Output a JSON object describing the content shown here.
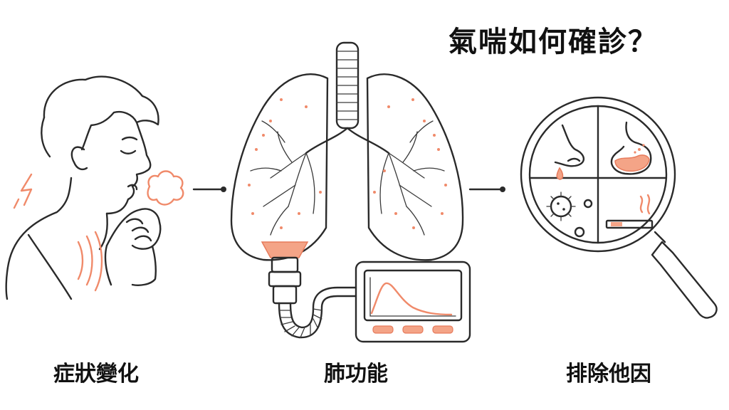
{
  "title": "氣喘如何確診？",
  "steps": [
    {
      "label": "症狀變化"
    },
    {
      "label": "肺功能"
    },
    {
      "label": "排除他因"
    }
  ],
  "colors": {
    "accent": "#f08a6a",
    "ink": "#2a2a2a"
  },
  "icons": [
    "coughing-person-icon",
    "lungs-icon",
    "spirometer-icon",
    "magnifying-glass-icon",
    "nose-drip-icon",
    "stomach-reflux-icon",
    "virus-icon",
    "cigarette-icon"
  ]
}
